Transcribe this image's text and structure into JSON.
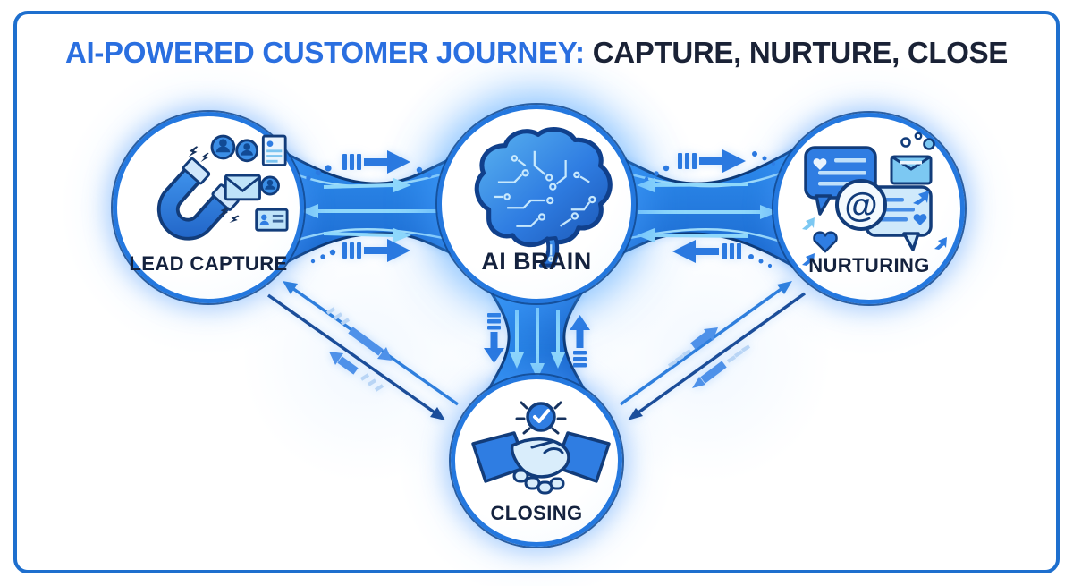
{
  "title": {
    "primary": "AI-POWERED CUSTOMER JOURNEY:",
    "secondary": "CAPTURE, NURTURE, CLOSE"
  },
  "nodes": {
    "lead_capture": {
      "label": "LEAD CAPTURE",
      "icon": "magnet-icon"
    },
    "ai_brain": {
      "label": "AI BRAIN",
      "icon": "circuit-brain-icon"
    },
    "nurturing": {
      "label": "NURTURING",
      "icon": "chat-email-at-icon",
      "at_symbol": "@"
    },
    "closing": {
      "label": "CLOSING",
      "icon": "handshake-check-icon"
    }
  },
  "connections": [
    {
      "from": "LEAD CAPTURE",
      "to": "AI BRAIN",
      "style": "data-flow-pipe",
      "direction": "bidirectional"
    },
    {
      "from": "AI BRAIN",
      "to": "NURTURING",
      "style": "data-flow-pipe",
      "direction": "bidirectional"
    },
    {
      "from": "AI BRAIN",
      "to": "CLOSING",
      "style": "data-flow-pipe",
      "direction": "bidirectional"
    },
    {
      "from": "LEAD CAPTURE",
      "to": "CLOSING",
      "style": "double-line-arrows",
      "direction": "bidirectional"
    },
    {
      "from": "NURTURING",
      "to": "CLOSING",
      "style": "double-line-arrows",
      "direction": "bidirectional"
    }
  ],
  "colors": {
    "frame_border": "#1e6fce",
    "title_blue": "#2a6fe0",
    "title_dark": "#1a2236",
    "label_dark": "#14223e",
    "accent_blue": "#2b79e0",
    "pipe_fill_dark": "#1a66cc",
    "pipe_fill_light": "#2f8ff0",
    "pipe_outline": "#0d3a78",
    "streamline_light": "#9fdcfa",
    "diagonal_light": "#2f7fdd",
    "diagonal_dark": "#1b4d99"
  }
}
